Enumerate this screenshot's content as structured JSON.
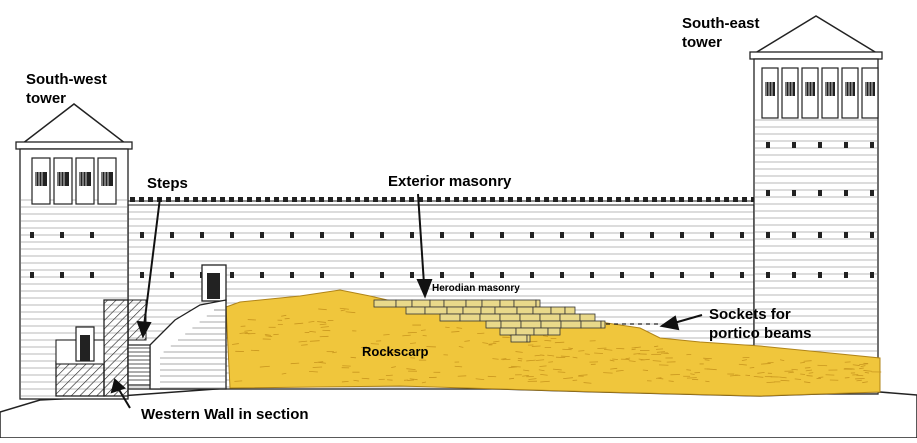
{
  "labels": {
    "southwest_tower_line1": "South-west",
    "southwest_tower_line2": "tower",
    "southeast_tower_line1": "South-east",
    "southeast_tower_line2": "tower",
    "steps": "Steps",
    "exterior_masonry": "Exterior masonry",
    "herodian_masonry": "Herodian masonry",
    "rockscarp": "Rockscarp",
    "sockets_line1": "Sockets for",
    "sockets_line2": "portico beams",
    "western_wall": "Western Wall in section"
  },
  "colors": {
    "rock": "#f0c63c",
    "rock_dark": "#d9a828",
    "masonry": "#e9d98a",
    "line": "#222222",
    "wall": "#ffffff"
  }
}
